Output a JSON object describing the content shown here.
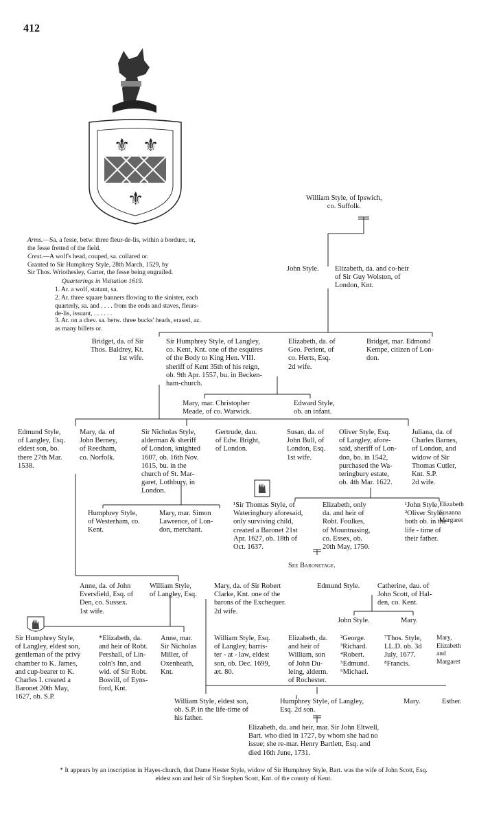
{
  "page": {
    "number": "412"
  },
  "arms": {
    "arms_label": "Arms.",
    "arms_text": "—Sa. a fesse, betw. three fleur-de-lis, within a bordure, or,\n        the fesse fretted of the field.",
    "crest_label": "Crest.",
    "crest_text": "—A wolf's head, couped, sa. collared or.\n      Granted to Sir Humphrey Style, 28th March, 1529, by\n      Sir Thos. Wriothesley, Garter, the fesse being engrailed.",
    "quarterings_title": "Quarterings in Visitation 1619.",
    "quarterings": [
      "1. Ar. a wolf, statant, sa.",
      "2. Ar. three square banners flowing to the sinister, each\n    quarterly, sa. and . . . . from the ends and staves, fleurs-\n    de-lis, issuant, . . . . . .",
      "3. Ar. on a chev. sa. betw. three bucks' heads, erased, az.\n    as many billets or."
    ]
  },
  "people": {
    "william_ipswich": "William Style, of Ipswich,\nco. Suffolk.",
    "john_style": "John Style.",
    "elizabeth_wolston": "Elizabeth, da. and co-heir\nof Sir Guy Wolston, of\nLondon, Knt.",
    "bridget_baldrey": "Bridget, da. of Sir\nThos. Baldrey, Kt.\n1st wife.",
    "sir_humphrey_1": "Sir Humphrey Style, of Langley,\nco. Kent, Knt. one of the esquires\nof the Body to King Hen. VIII.\nsheriff of Kent 35th of his reign,\nob. 9th Apr. 1557, bu. in Becken-\nham-church.",
    "elizabeth_perient": "Elizabeth, da. of\nGeo. Perient, of\nco. Herts, Esq.\n2d wife.",
    "bridget_kempe": "Bridget, mar. Edmond\nKempe, citizen of Lon-\ndon.",
    "mary_meade": "Mary, mar. Christopher\nMeade, of co. Warwick.",
    "edward_style": "Edward Style,\nob. an infant.",
    "edmund_1538": "Edmund Style,\nof Langley, Esq.\neldest son, bo.\nthere 27th Mar.\n1538.",
    "mary_berney": "Mary, da. of\nJohn Berney,\nof Reedham,\nco. Norfolk.",
    "sir_nicholas": "Sir Nicholas Style,\nalderman & sheriff\nof London, knighted\n1607, ob. 16th Nov.\n1615, bu. in the\nchurch of St. Mar-\ngaret, Lothbury, in\nLondon.",
    "gertrude_bright": "Gertrude, dau.\nof Edw. Bright,\nof London.",
    "susan_bull": "Susan, da. of\nJohn Bull, of\nLondon, Esq.\n1st wife.",
    "oliver_1542": "Oliver Style, Esq.\nof Langley, afore-\nsaid, sheriff of Lon-\ndon, bo. in 1542,\npurchased the Wa-\nteringbury estate,\nob. 4th Mar. 1622.",
    "juliana_barnes": "Juliana, da. of\nCharles Barnes,\nof London, and\nwidow of Sir\nThomas Cutler,\nKnt. S.P.\n2d wife.",
    "humphrey_westerham": "Humphrey Style,\nof Westerham, co.\nKent.",
    "mary_lawrence": "Mary, mar. Simon\nLawrence, of Lon-\ndon, merchant.",
    "sir_thomas": "¹Sir Thomas Style, of\nWateringbury aforesaid,\nonly surviving child,\ncreated a Baronet 21st\nApr. 1627, ob. 18th of\nOct. 1637.",
    "elizabeth_foulkes": "Elizabeth, only\nda. and heir of\nRobt. Foulkes,\nof Mountnasing,\nco. Essex, ob.\n20th May, 1750.",
    "john_oliver_sons": "¹John Style,\n²Oliver Style,\nboth ob. in the\nlife - time of\ntheir father.",
    "eliz_daughters": "Elizabeth\nSusanna\nMargaret",
    "see_baronetage": "See Baronetage.",
    "anne_eversfield": "Anne, da. of John\nEversfield, Esq. of\nDen, co. Sussex.\n1st wife.",
    "william_langley": "William Style,\nof Langley, Esq.",
    "mary_clarke": "Mary, da. of Sir Robert\nClarke, Knt. one of the\nbarons of the Exchequer.\n2d wife.",
    "edmund_style_2": "Edmund Style.",
    "catherine_scott": "Catherine, dau. of\nJohn Scott, of Hal-\nden, co. Kent.",
    "john_style_2": "John Style.",
    "mary_2": "Mary.",
    "sir_humphrey_2": "Sir Humphrey Style,\nof Langley, eldest son,\ngentleman of the privy\nchamber to K. James,\nand cup-bearer to K.\nCharles I. created a\nBaronet 20th May,\n1627, ob. S.P.",
    "elizabeth_pershall": "*Elizabeth, da.\nand heir of Robt.\nPershall, of Lin-\ncoln's Inn, and\nwid. of Sir Robt.\nBosvill, of Eyns-\nford, Knt.",
    "anne_miller": "Anne, mar.\nSir Nicholas\nMiller, of\nOxenheath,\nKnt.",
    "william_1699": "William Style, Esq.\nof Langley, barris-\nter - at - law, eldest\nson, ob. Dec. 1699,\næt. 80.",
    "elizabeth_dueling": "Elizabeth, da.\nand heir of\nWilliam, son\nof John Du-\nleing, alderm.\nof Rochester.",
    "george_sons": "²George.\n³Richard.\n⁴Robert.\n⁵Edmund.\n⁶Michael.",
    "thos_sons": "⁷Thos. Style,\nLL.D. ob. 3d\nJuly, 1677.\n⁸Francis.",
    "mary_elizabeth_margaret": "Mary,\nElizabeth\nand\nMargaret",
    "william_eldest": "William Style, eldest son,\nob. S.P. in the life-time of\nhis father.",
    "humphrey_2d_son": "Humphrey Style, of Langley,\nEsq. 2d son.",
    "mary_3": "Mary.",
    "esther": "Esther.",
    "elizabeth_eltwell": "Elizabeth, da. and heir, mar. Sir John Eltwell,\nBart. who died in 1727, by whom she had no\nissue; she re-mar. Henry Bartlett, Esq. and\ndied 16th June, 1731."
  },
  "footnote": "* It appears by an inscription in Hayes-church, that Dame Hester Style, widow of Sir Humphrey Style, Bart. was the wife of John Scott, Esq.\neldest son and heir of Sir Stephen Scott, Knt. of the county of Kent.",
  "colors": {
    "ink": "#111111",
    "shield_tint": "#555555"
  },
  "icons": [
    "wolf-head-crest-icon",
    "coat-of-arms-shield-icon",
    "baronet-hand-badge-icon"
  ]
}
